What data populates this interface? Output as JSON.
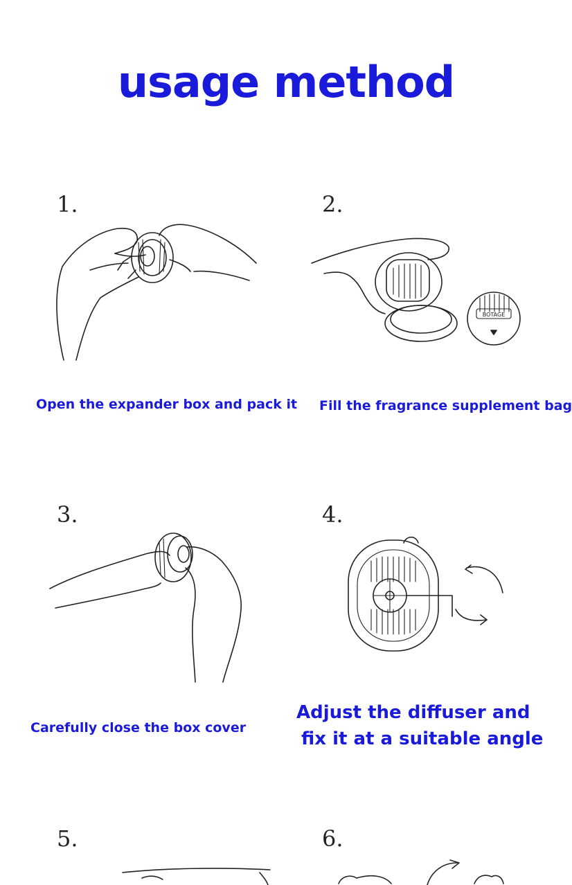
{
  "title": "usage method",
  "steps": [
    {
      "number": "1.",
      "caption": "Open the expander box and pack it"
    },
    {
      "number": "2.",
      "caption": "Fill the fragrance supplement bag",
      "brand_on_box": "BOTAGE"
    },
    {
      "number": "3.",
      "caption": "Carefully close the box cover"
    },
    {
      "number": "4.",
      "caption_line1": "Adjust the diffuser and",
      "caption_line2": "fix it at a suitable angle"
    },
    {
      "number": "5."
    },
    {
      "number": "6."
    }
  ],
  "colors": {
    "accent": "#1a1adb",
    "ink": "#222222",
    "background": "#ffffff"
  }
}
